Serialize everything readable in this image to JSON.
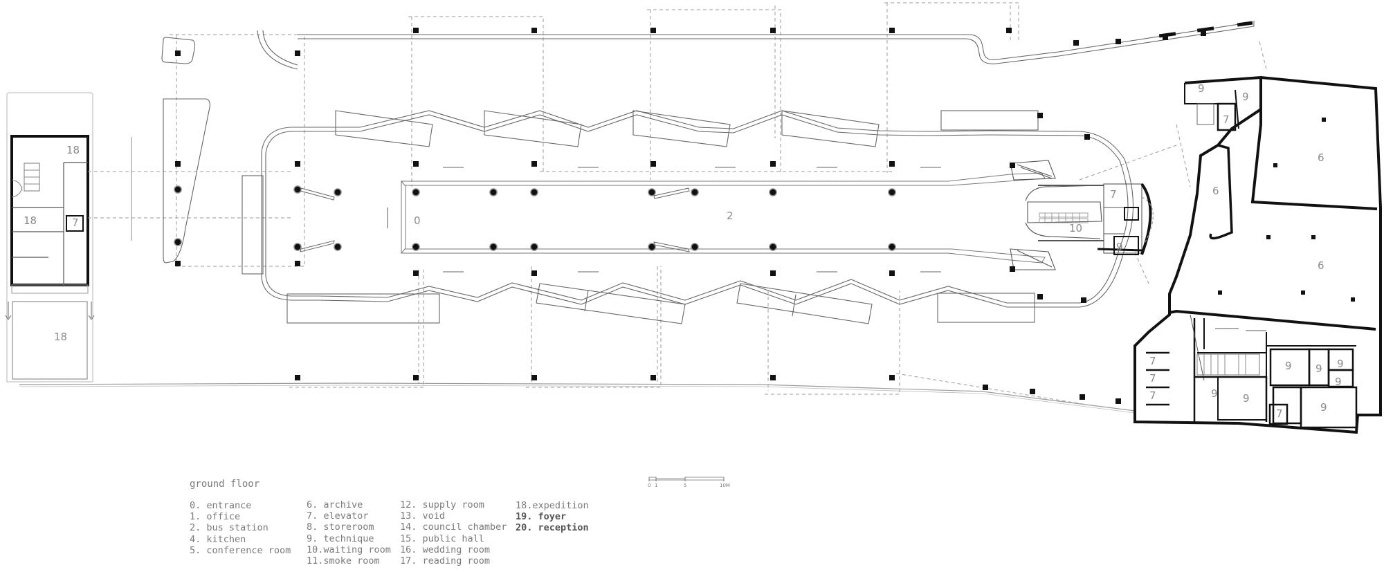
{
  "drawing": {
    "title": "ground floor",
    "scale": {
      "ticks": [
        "0",
        "1",
        "5",
        "10M"
      ]
    },
    "legend_columns": [
      [
        "0. entrance",
        "1. office",
        "2. bus station",
        "4. kitchen",
        "5. conference room"
      ],
      [
        "6. archive",
        "7. elevator",
        "8. storeroom",
        "9. technique",
        "10.waiting room",
        "11.smoke room"
      ],
      [
        "12. supply room",
        "13. void",
        "14. council chamber",
        "15. public hall",
        "16. wedding room",
        "17. reading room"
      ],
      [
        "18.expedition",
        "19. foyer",
        "20. reception"
      ]
    ],
    "bold_entries": [
      "19. foyer",
      "20. reception"
    ],
    "room_labels": {
      "exp_top": "18",
      "exp_mid": "18",
      "exp_bottom": "18",
      "exp_elev": "7",
      "entrance": "0",
      "bus": "2",
      "waiting": "10",
      "elev_a": "7",
      "tech_a": "9",
      "r_tech1": "9",
      "r_tech2": "9",
      "r_elev1": "7",
      "r_arch1": "6",
      "r_arch_small": "6",
      "r_arch2": "6",
      "r_elev2": "7",
      "r_elev3": "7",
      "r_elev4": "7",
      "r_tech3": "9",
      "r_tech4": "9",
      "r_tech5": "9",
      "r_tech6": "9",
      "r_tech7": "9",
      "r_tech8": "9",
      "r_tech9": "9",
      "r_elev5": "7"
    },
    "colors": {
      "line": "#6f6f6f",
      "wall": "#111111",
      "dash": "#9a9a9a",
      "text": "#7a7a7a"
    }
  }
}
